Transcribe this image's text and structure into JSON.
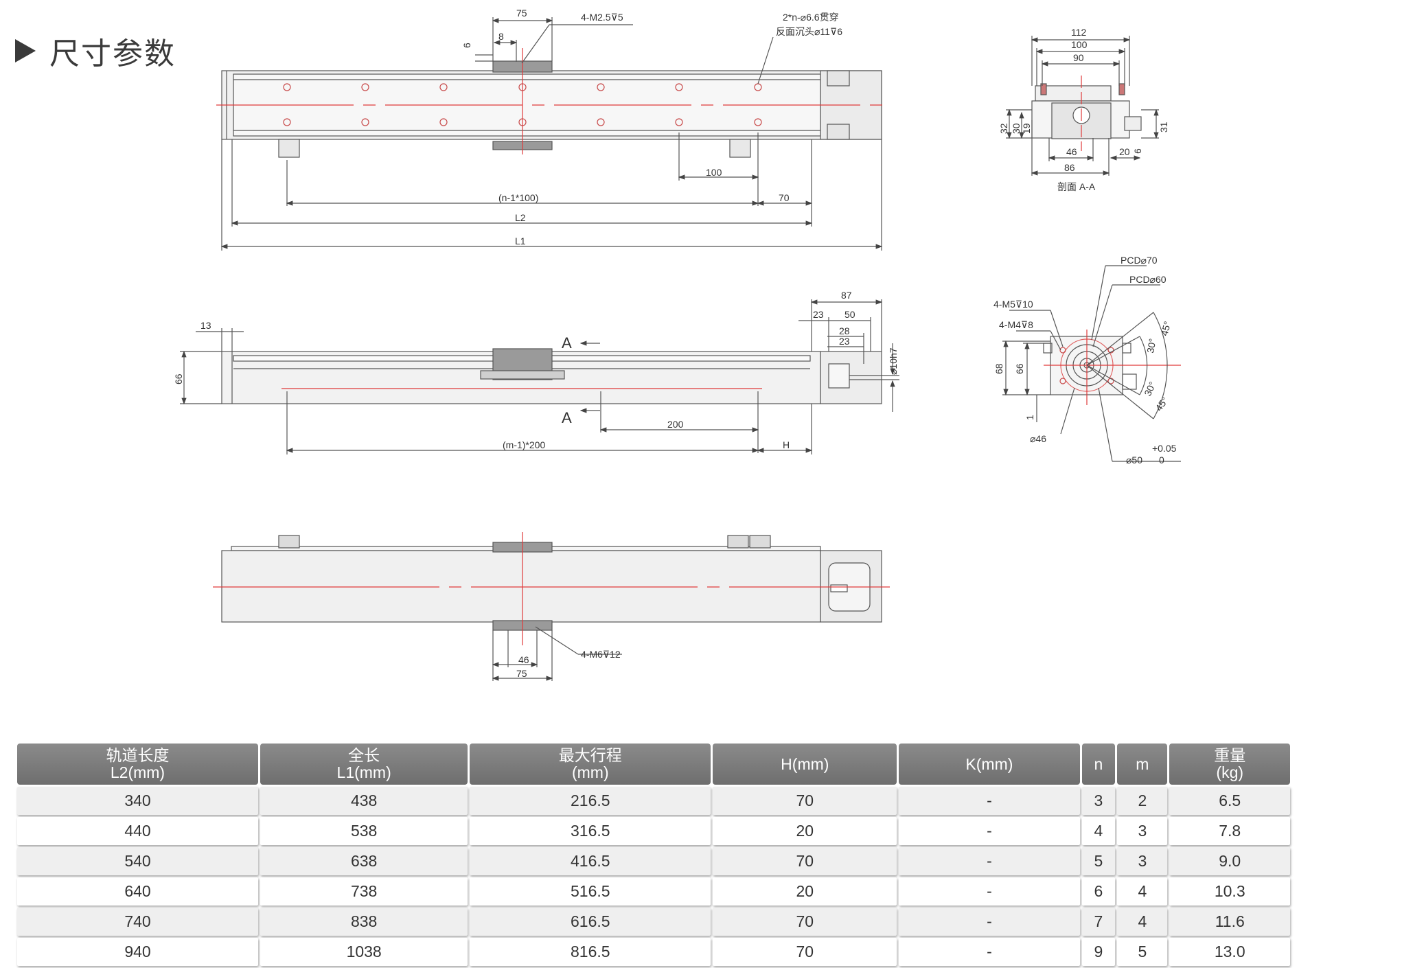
{
  "section": {
    "title": "尺寸参数"
  },
  "top_view": {
    "dims": {
      "d75": "75",
      "d8": "8",
      "d6": "6",
      "d100": "100",
      "dn": "(n-1*100)",
      "d70": "70",
      "L2": "L2",
      "L1": "L1"
    },
    "notes": {
      "tap": "4-M2.5⊽5",
      "hole1": "2*n-⌀6.6贯穿",
      "hole2": "反面沉头⌀11⊽6"
    }
  },
  "side_view": {
    "dims": {
      "d13": "13",
      "d66": "66",
      "d87": "87",
      "d23": "23",
      "d50": "50",
      "d28": "28",
      "d23b": "23",
      "shaft": "⌀10h7",
      "d200": "200",
      "dm": "(m-1)*200",
      "H": "H"
    },
    "section_marks": [
      "A",
      "A"
    ]
  },
  "bottom_view": {
    "dims": {
      "d46": "46",
      "d75": "75"
    },
    "notes": {
      "tap": "4-M6⊽12"
    }
  },
  "section_view": {
    "dims": {
      "d112": "112",
      "d100": "100",
      "d90": "90",
      "d32": "32",
      "d30": "30",
      "d19": "19",
      "d46": "46",
      "d86": "86",
      "d20": "20",
      "d6": "6",
      "d31": "31"
    },
    "caption": "剖面 A-A"
  },
  "end_view": {
    "dims": {
      "d68": "68",
      "d66": "66",
      "d1": "1",
      "d46": "⌀46",
      "d50": "⌀50",
      "tol_up": "+0.05",
      "tol_lo": "0",
      "ang45a": "45°",
      "ang30a": "30°",
      "ang30b": "30°",
      "ang45b": "45°"
    },
    "notes": {
      "pcd70": "PCD⌀70",
      "pcd60": "PCD⌀60",
      "m5": "4-M5⊽10",
      "m4": "4-M4⊽8"
    }
  },
  "table": {
    "headers": [
      [
        "轨道长度",
        "L2(mm)"
      ],
      [
        "全长",
        "L1(mm)"
      ],
      [
        "最大行程",
        "(mm)"
      ],
      [
        "H(mm)",
        ""
      ],
      [
        "K(mm)",
        ""
      ],
      [
        "n",
        ""
      ],
      [
        "m",
        ""
      ],
      [
        "重量",
        "(kg)"
      ]
    ],
    "rows": [
      [
        "340",
        "438",
        "216.5",
        "70",
        "-",
        "3",
        "2",
        "6.5"
      ],
      [
        "440",
        "538",
        "316.5",
        "20",
        "-",
        "4",
        "3",
        "7.8"
      ],
      [
        "540",
        "638",
        "416.5",
        "70",
        "-",
        "5",
        "3",
        "9.0"
      ],
      [
        "640",
        "738",
        "516.5",
        "20",
        "-",
        "6",
        "4",
        "10.3"
      ],
      [
        "740",
        "838",
        "616.5",
        "70",
        "-",
        "7",
        "4",
        "11.6"
      ],
      [
        "940",
        "1038",
        "816.5",
        "70",
        "-",
        "9",
        "5",
        "13.0"
      ]
    ]
  },
  "colors": {
    "line": "#555555",
    "body": "#ececec",
    "carriage": "#9a9a9a",
    "center": "#e03a3a",
    "header": "#7d7d7d"
  }
}
